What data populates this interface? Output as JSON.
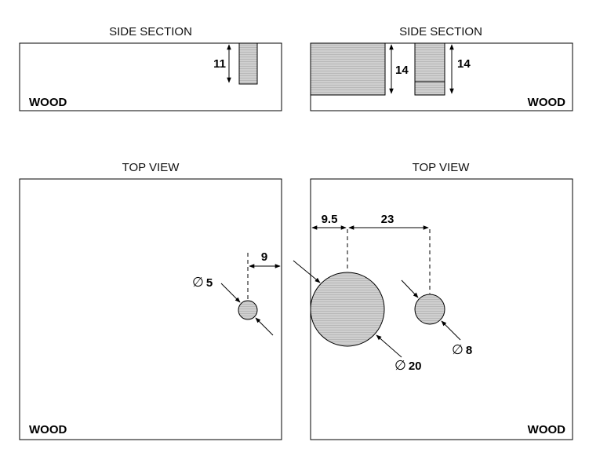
{
  "panels": {
    "left_side_section": {
      "title": "SIDE SECTION",
      "material": "WOOD",
      "depth": "11"
    },
    "right_side_section": {
      "title": "SIDE SECTION",
      "material": "WOOD",
      "depth_left": "14",
      "depth_right": "14"
    },
    "left_top_view": {
      "title": "TOP VIEW",
      "material": "WOOD",
      "offset": "9",
      "diameter": "5"
    },
    "right_top_view": {
      "title": "TOP VIEW",
      "material": "WOOD",
      "offset_a": "9.5",
      "offset_b": "23",
      "diameter_large": "20",
      "diameter_small": "8"
    }
  },
  "symbols": {
    "diameter": "∅"
  }
}
